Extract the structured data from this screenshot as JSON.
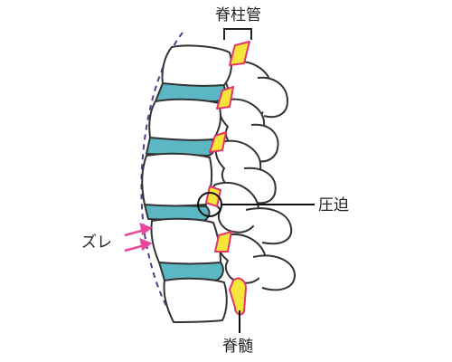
{
  "labels": {
    "spinal_canal": "脊柱管",
    "compression": "圧迫",
    "slip": "ズレ",
    "spinal_cord": "脊髄"
  },
  "colors": {
    "disc": "#5bb7c4",
    "cord_fill": "#f6e53b",
    "cord_edge": "#e2356a",
    "bone_fill": "#ffffff",
    "outline": "#333333",
    "dashed_curve": "#5b3a86",
    "arrow": "#e8489a"
  },
  "icons": {
    "arrows": "pink-right-arrows",
    "circle": "compression-circle"
  }
}
